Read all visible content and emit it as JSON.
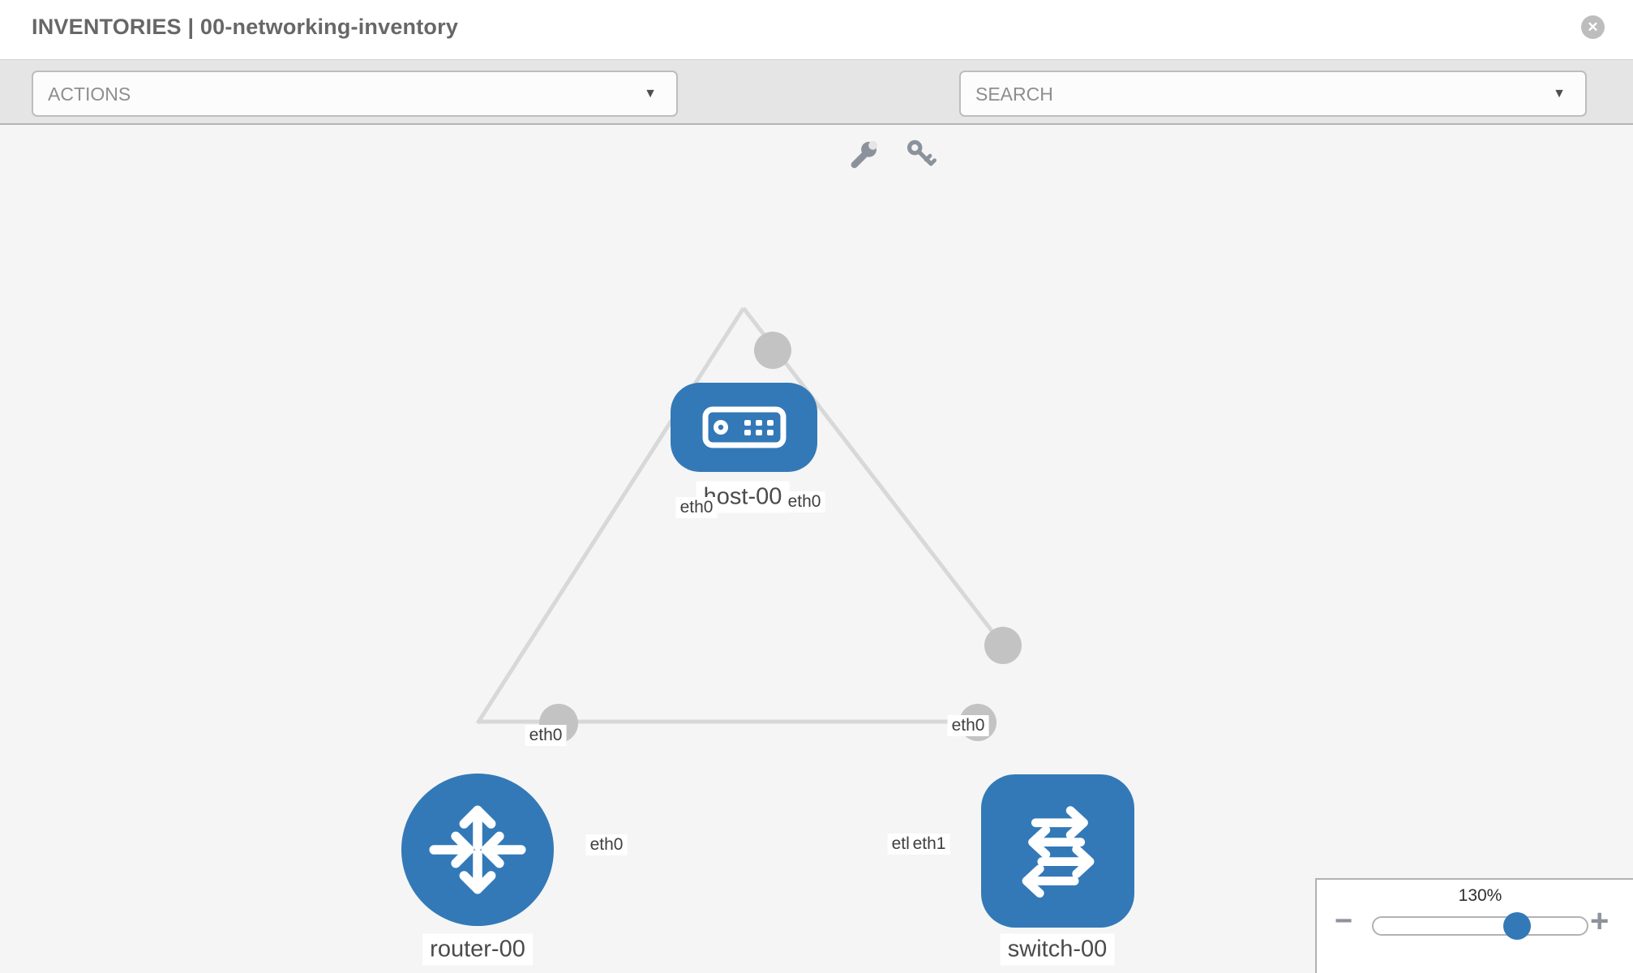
{
  "header": {
    "title": "INVENTORIES | 00-networking-inventory",
    "close_glyph": "✕"
  },
  "toolbar": {
    "actions_label": "ACTIONS",
    "search_placeholder": "SEARCH",
    "dropdown_arrow_glyph": "▼",
    "icons": [
      "wrench-icon",
      "key-icon"
    ]
  },
  "topology": {
    "nodes": [
      {
        "id": "host-00",
        "type": "host",
        "label": "host-00"
      },
      {
        "id": "router-00",
        "type": "router",
        "label": "router-00"
      },
      {
        "id": "switch-00",
        "type": "switch",
        "label": "switch-00"
      }
    ],
    "edges": [
      {
        "from": "host-00",
        "to": "router-00"
      },
      {
        "from": "host-00",
        "to": "switch-00"
      },
      {
        "from": "router-00",
        "to": "switch-00"
      }
    ],
    "port_labels": [
      {
        "text": "eth0"
      },
      {
        "text": "eth0"
      },
      {
        "text": "eth0"
      },
      {
        "text": "eth0"
      },
      {
        "text": "eth0"
      },
      {
        "text": "eth0"
      },
      {
        "text": "eth1"
      }
    ]
  },
  "zoom_control": {
    "level": "130%",
    "minus_glyph": "−",
    "plus_glyph": "+"
  },
  "colors": {
    "node_blue": "#3379b7",
    "edge_gray": "#d8d8d8",
    "connector_gray": "#c3c3c3",
    "toolbar_bg": "#e5e5e5",
    "icon_gray": "#8b929b"
  }
}
